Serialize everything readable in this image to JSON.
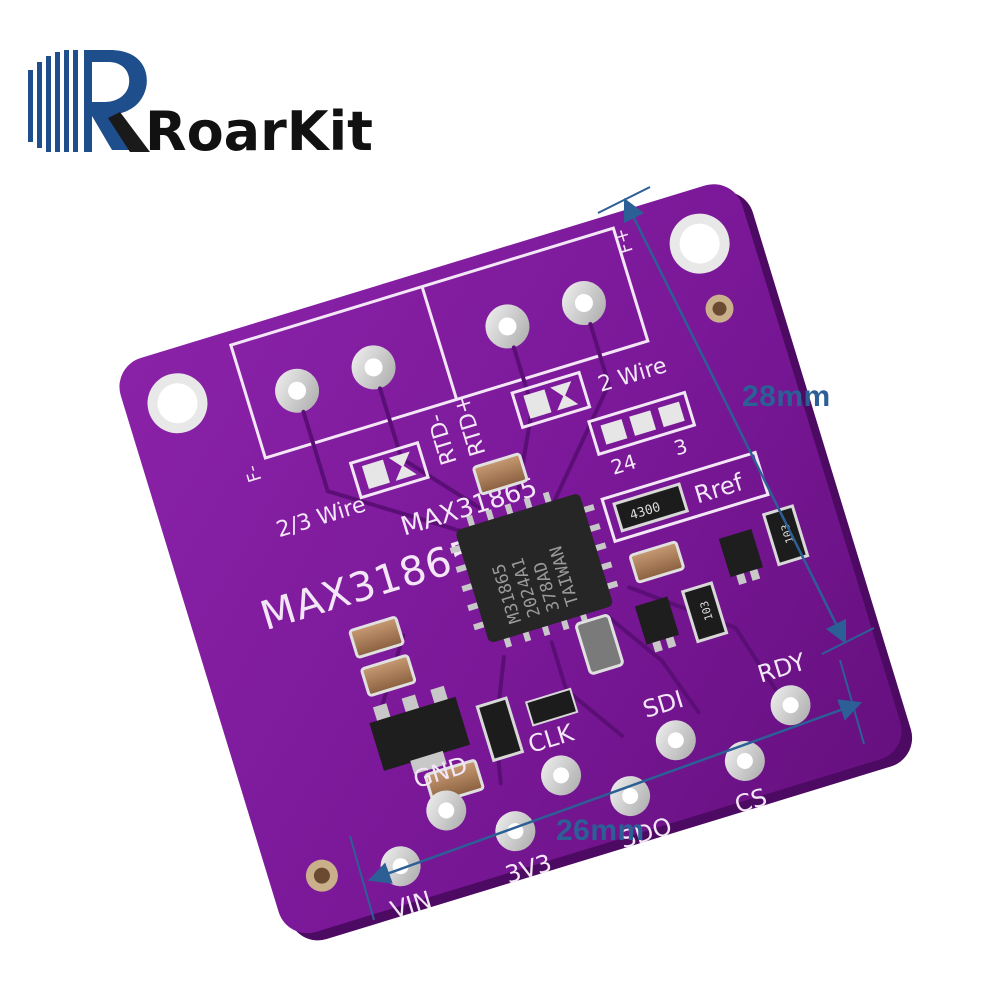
{
  "brand": {
    "name": "RoarKit",
    "logo_icon": "roarkit-r-logo",
    "colors": {
      "logo_blue": "#1e4f8c",
      "logo_dark": "#1a1a1a"
    }
  },
  "dimensions": {
    "height_label": "28mm",
    "width_label": "26mm",
    "color": "#2c5f96"
  },
  "board": {
    "color": "#7d1a9c",
    "model_label": "MAX31865",
    "chip": {
      "line1": "M31865",
      "line2": "2024A1",
      "line3": "378AD",
      "line4": "TAIWAN"
    },
    "labels": {
      "wire_23": "2/3 Wire",
      "wire_2": "2 Wire",
      "rtd_minus": "RTD-",
      "rtd_plus": "RTD+",
      "f_minus": "F-",
      "f_plus": "F+",
      "jumper_24": "24",
      "jumper_3": "3",
      "rref": "Rref",
      "rref_value": "4300",
      "res_103": "103",
      "res_103b": "103"
    },
    "pins": [
      {
        "label": "VIN"
      },
      {
        "label": "GND"
      },
      {
        "label": "3V3"
      },
      {
        "label": "CLK"
      },
      {
        "label": "SDO"
      },
      {
        "label": "SDI"
      },
      {
        "label": "CS"
      },
      {
        "label": "RDY"
      }
    ]
  }
}
